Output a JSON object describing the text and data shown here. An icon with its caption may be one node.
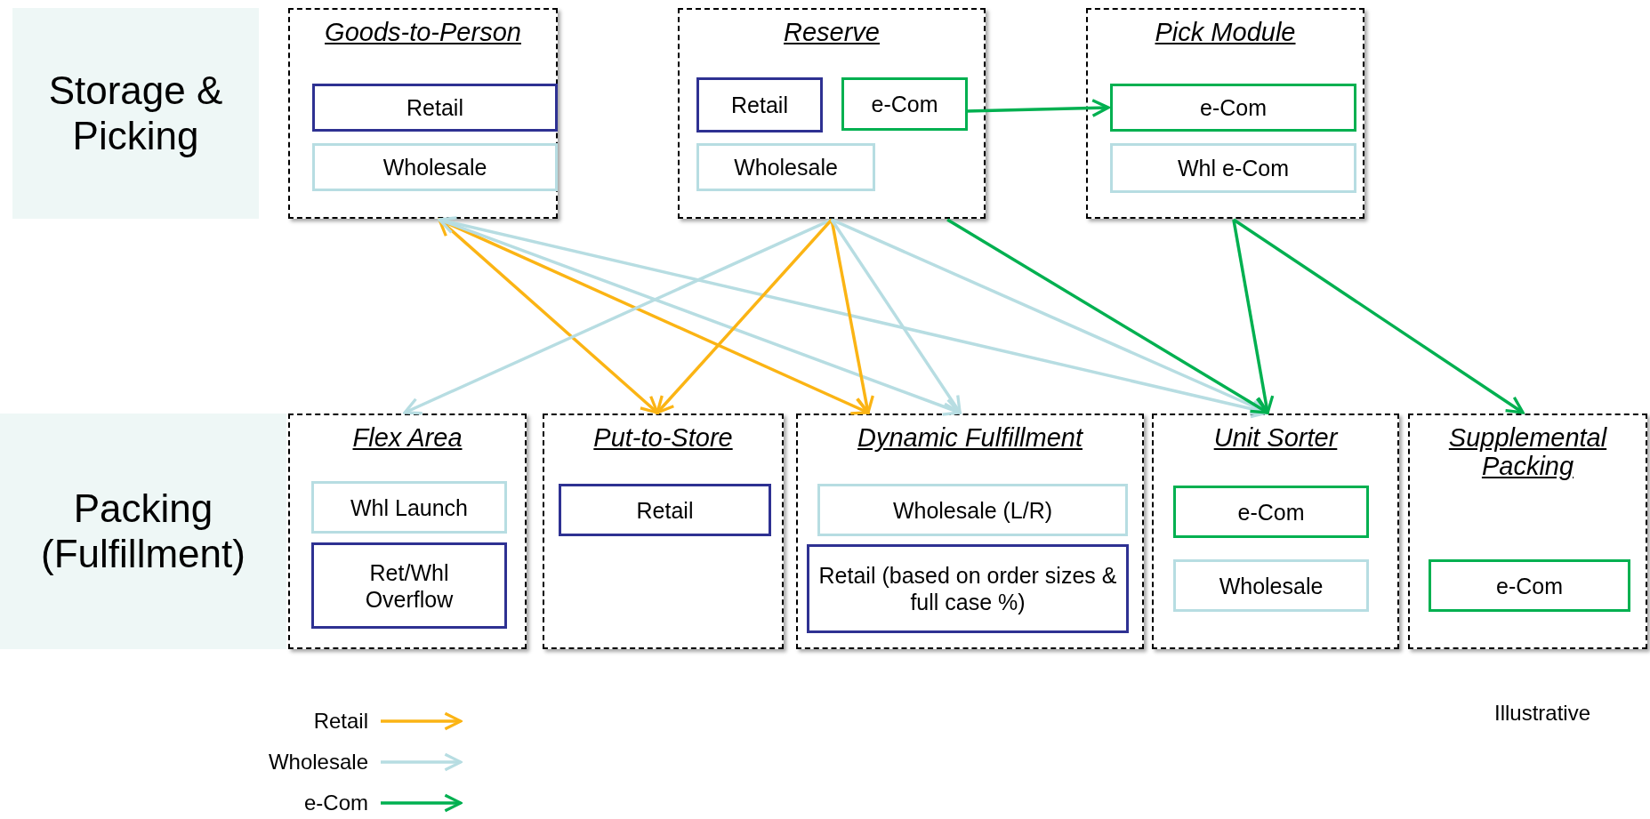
{
  "diagram": {
    "nodes": [
      {
        "text": [
          "Storage & Picking"
        ]
      },
      {
        "text": [
          "Packing (Fulfillment)"
        ]
      },
      {
        "text": [
          "Goods-to-Person"
        ]
      },
      {
        "text": [
          "Retail"
        ],
        "in": 2
      },
      {
        "text": [
          "Wholesale"
        ],
        "in": 2
      },
      {
        "text": [
          "Reserve"
        ]
      },
      {
        "text": [
          "Retail"
        ],
        "in": 5
      },
      {
        "text": [
          "e-Com"
        ],
        "in": 5
      },
      {
        "text": [
          "Wholesale"
        ],
        "in": 5
      },
      {
        "text": [
          "Pick Module"
        ]
      },
      {
        "text": [
          "e-Com"
        ],
        "in": 9
      },
      {
        "text": [
          "Whl e-Com"
        ],
        "in": 9
      },
      {
        "text": [
          "Flex Area"
        ]
      },
      {
        "text": [
          "Whl Launch"
        ],
        "in": 12
      },
      {
        "text": [
          "Ret/Whl Overflow"
        ],
        "in": 12
      },
      {
        "text": [
          "Put-to-Store"
        ]
      },
      {
        "text": [
          "Retail"
        ],
        "in": 15
      },
      {
        "text": [
          "Dynamic Fulfillment"
        ]
      },
      {
        "text": [
          "Wholesale (L/R)"
        ],
        "in": 17
      },
      {
        "text": [
          "Retail (based on order sizes & full case %)"
        ],
        "in": 17
      },
      {
        "text": [
          "Unit Sorter"
        ]
      },
      {
        "text": [
          "e-Com"
        ],
        "in": 20
      },
      {
        "text": [
          "Wholesale"
        ],
        "in": 20
      },
      {
        "text": [
          "Supplemental Packing"
        ]
      },
      {
        "text": [
          "e-Com"
        ],
        "in": 23
      }
    ],
    "edges": [
      {
        "from": 2,
        "to": 15,
        "arrow": "both",
        "color": "#fbb414"
      },
      {
        "from": 2,
        "to": 17,
        "arrow": "to",
        "color": "#fbb414"
      },
      {
        "from": 2,
        "to": 17,
        "arrow": "both",
        "color": "#b7dde2"
      },
      {
        "from": 2,
        "to": 20,
        "arrow": "to",
        "color": "#b7dde2"
      },
      {
        "from": 5,
        "to": 12,
        "arrow": "to",
        "color": "#b7dde2"
      },
      {
        "from": 5,
        "to": 15,
        "arrow": "to",
        "color": "#fbb414"
      },
      {
        "from": 5,
        "to": 17,
        "arrow": "to",
        "color": "#fbb414"
      },
      {
        "from": 5,
        "to": 17,
        "arrow": "to",
        "color": "#b7dde2"
      },
      {
        "from": 5,
        "to": 20,
        "arrow": "to",
        "color": "#b7dde2"
      },
      {
        "from": 5,
        "to": 20,
        "arrow": "to",
        "color": "#00b050"
      },
      {
        "from": 7,
        "to": 10,
        "arrow": "to",
        "color": "#00b050"
      },
      {
        "from": 9,
        "to": 20,
        "arrow": "to",
        "color": "#00b050"
      },
      {
        "from": 9,
        "to": 23,
        "arrow": "to",
        "color": "#00b050"
      }
    ],
    "labels": [
      "Illustrative"
    ],
    "legend": [
      {
        "text": "Retail",
        "color": "#fbb414"
      },
      {
        "text": "Wholesale",
        "color": "#b7dde2"
      },
      {
        "text": "e-Com",
        "color": "#00b050"
      }
    ]
  }
}
